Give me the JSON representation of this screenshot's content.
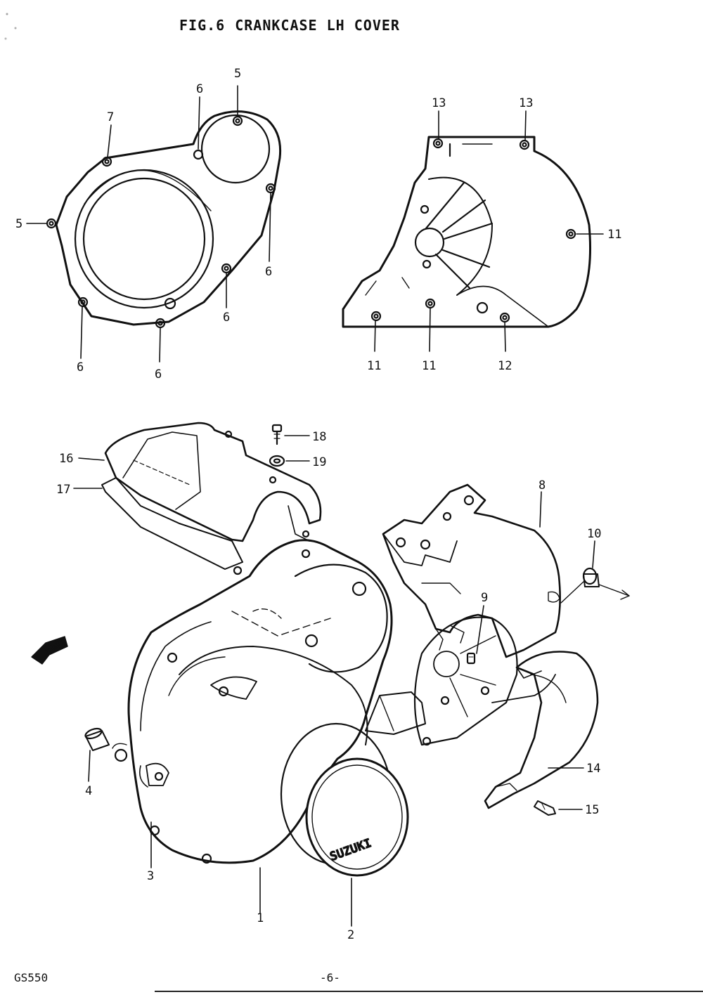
{
  "header": {
    "fig": "FIG.6",
    "title": "CRANKCASE LH COVER"
  },
  "callouts": {
    "gasket_top": "5",
    "gasket_left": "5",
    "gasket_7": "7",
    "gasket_6_top": "6",
    "gasket_6_right": "6",
    "gasket_6_right2": "6",
    "gasket_6_bl": "6",
    "gasket_6_bm": "6",
    "cover_13a": "13",
    "cover_13b": "13",
    "cover_11_right": "11",
    "cover_11_bl": "11",
    "cover_11_bm": "11",
    "cover_12": "12",
    "p1": "1",
    "p2": "2",
    "p3": "3",
    "p4": "4",
    "p8": "8",
    "p9": "9",
    "p10": "10",
    "p14": "14",
    "p15": "15",
    "p16": "16",
    "p17": "17",
    "p18": "18",
    "p19": "19"
  },
  "emblem": "SUZUKI",
  "fwd_label": "FWD",
  "footer": {
    "model": "GS550",
    "page": "-6-"
  }
}
